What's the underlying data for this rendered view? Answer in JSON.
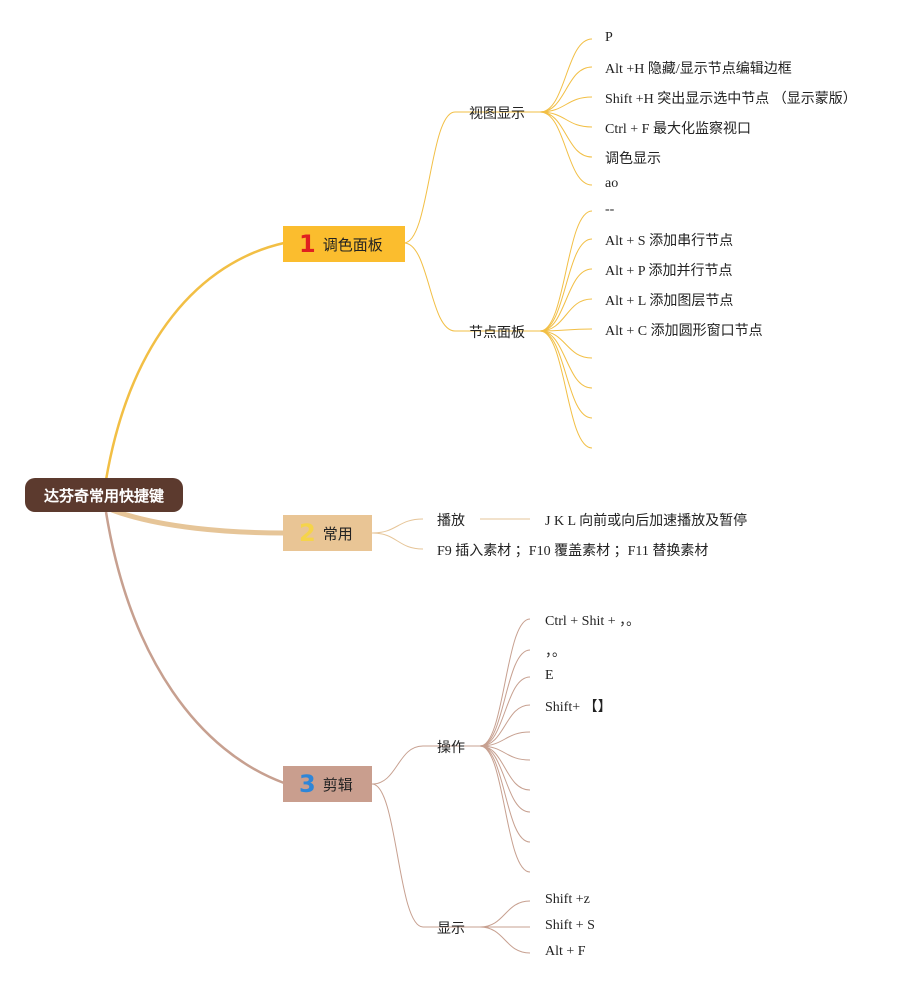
{
  "root": {
    "label": "达芬奇常用快捷键",
    "color": "#5c3a2e"
  },
  "branches": [
    {
      "number": "1",
      "label": "调色面板",
      "color": "#fbbd2e",
      "number_color": "#e02020",
      "line_color": "#f2bf45",
      "children": [
        {
          "label": "视图显示",
          "items": [
            "P",
            "Alt +H 隐藏/显示节点编辑边框",
            "Shift +H 突出显示选中节点 （显示蒙版）",
            "Ctrl + F 最大化监察视口",
            "调色显示",
            "ao"
          ]
        },
        {
          "label": "节点面板",
          "items": [
            "--",
            "Alt + S 添加串行节点",
            "Alt + P 添加并行节点",
            "Alt + L 添加图层节点",
            "Alt + C 添加圆形窗口节点",
            "",
            "",
            "",
            ""
          ]
        }
      ]
    },
    {
      "number": "2",
      "label": "常用",
      "color": "#e9c595",
      "number_color": "#f5d44a",
      "line_color": "#e6c598",
      "children": [
        {
          "label": "播放",
          "items": [
            "J K L 向前或向后加速播放及暂停"
          ]
        },
        {
          "label": "F9 插入素材 ；F10 覆盖素材 ；F11 替换素材",
          "items": []
        }
      ]
    },
    {
      "number": "3",
      "label": "剪辑",
      "color": "#c99e8e",
      "number_color": "#2e86d8",
      "line_color": "#c7a090",
      "children": [
        {
          "label": "操作",
          "items": [
            "Ctrl + Shit + ，。",
            "，。",
            "E",
            "Shift+ 【】",
            "",
            "",
            "",
            "",
            ""
          ]
        },
        {
          "label": "显示",
          "items": [
            "Shift +z",
            "Shift + S",
            "Alt + F"
          ]
        }
      ]
    }
  ]
}
